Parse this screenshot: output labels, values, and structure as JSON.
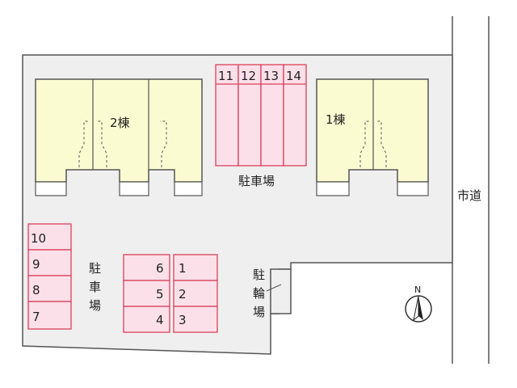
{
  "colors": {
    "lot": "#efefef",
    "building": "#fbfbd2",
    "parking_fill": "#fbe0ea",
    "parking_stroke": "#d9415a",
    "outline": "#555555"
  },
  "buildings": {
    "building_2": "2棟",
    "building_1": "1棟"
  },
  "parking": {
    "label_top": "駐車場",
    "label_left_1": "駐",
    "label_left_2": "車",
    "label_left_3": "場",
    "top_row": [
      "11",
      "12",
      "13",
      "14"
    ],
    "left_column": [
      "10",
      "9",
      "8",
      "7"
    ],
    "center_left": [
      "6",
      "5",
      "4"
    ],
    "center_right": [
      "1",
      "2",
      "3"
    ]
  },
  "bicycle_parking": {
    "char_1": "駐",
    "char_2": "輪",
    "char_3": "場"
  },
  "road": {
    "label": "市道"
  },
  "compass": {
    "label": "N",
    "icon": "north-arrow-icon"
  }
}
